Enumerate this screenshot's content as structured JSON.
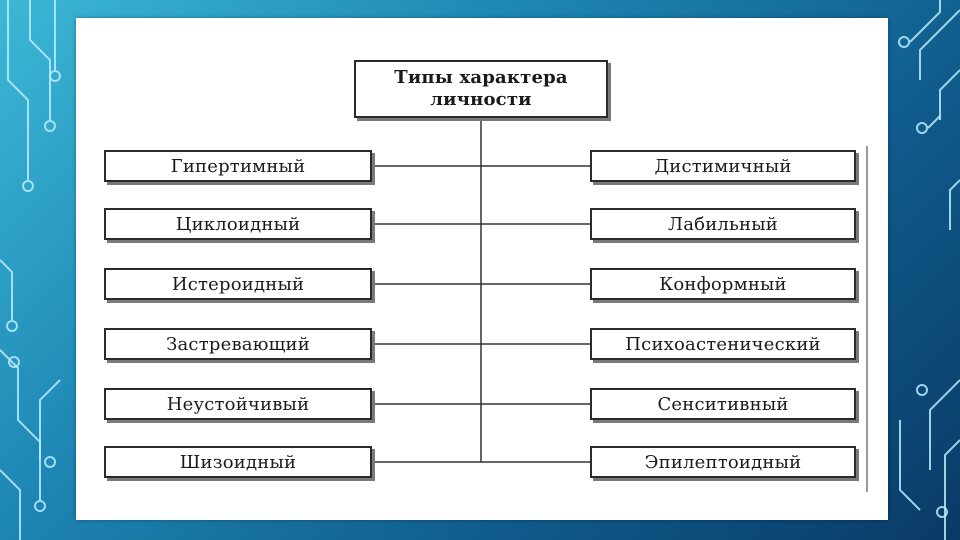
{
  "diagram": {
    "root": "Типы характера личности",
    "left": [
      "Гипертимный",
      "Циклоидный",
      "Истероидный",
      "Застревающий",
      "Неустойчивый",
      "Шизоидный"
    ],
    "right": [
      "Дистимичный",
      "Лабильный",
      "Конформный",
      "Психоастенический",
      "Сенситивный",
      "Эпилептоидный"
    ]
  },
  "colors": {
    "background_primary": "#1e86b4",
    "background_dark": "#0a3a66",
    "circuit_lines": "#b8ecff",
    "slide": "#ffffff",
    "box_border": "#2a2a2a"
  }
}
